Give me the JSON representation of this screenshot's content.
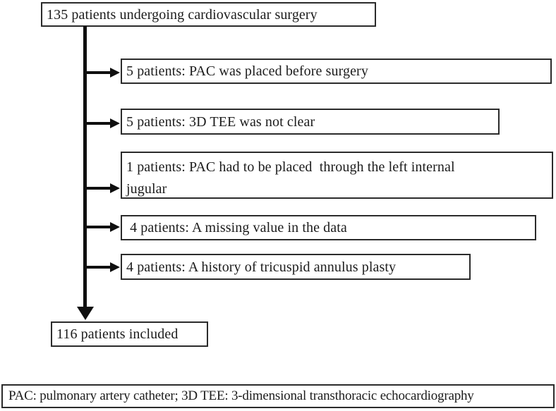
{
  "flowchart": {
    "type": "patient-exclusion-flow",
    "start_box": {
      "label": "135 patients undergoing cardiovascular surgery",
      "count": 135
    },
    "exclusions": [
      {
        "label": "5 patients: PAC was placed before surgery",
        "count": 5
      },
      {
        "label": "5 patients: 3D TEE was not clear",
        "count": 5
      },
      {
        "label": "1 patients: PAC had to be placed  through the left internal\njugular",
        "count": 1
      },
      {
        "label": " 4 patients: A missing value in the data",
        "count": 4
      },
      {
        "label": "4 patients: A history of tricuspid annulus plasty",
        "count": 4
      }
    ],
    "end_box": {
      "label": "116 patients included",
      "count": 116
    },
    "legend_box": {
      "label": "PAC: pulmonary artery catheter; 3D TEE: 3-dimensional transthoracic echocardiography"
    }
  },
  "colors": {
    "background": "#ffffff",
    "box_border": "#2b2b2b",
    "text": "#1c1c1c",
    "arrow": "#0f0f0f"
  }
}
